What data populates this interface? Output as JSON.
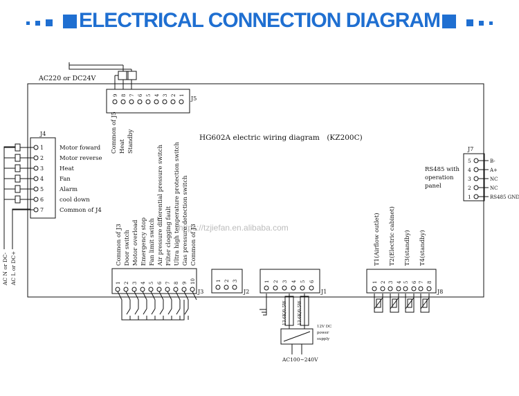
{
  "title": "ELECTRICAL CONNECTION DIAGRAM",
  "board_title": "HG602A electric wiring diagram　(KZ200C)",
  "supply_top": "AC220 or DC24V",
  "watermark": "https://tzjiefan.en.alibaba.com",
  "connectors": {
    "j1": "J1",
    "j2": "J2",
    "j3": "J3",
    "j4": "J4",
    "j5": "J5",
    "j7": "J7",
    "j8": "J8"
  },
  "j5": {
    "pins": [
      "9",
      "8",
      "7",
      "6",
      "5",
      "4",
      "3",
      "2",
      "1"
    ],
    "labels": [
      "Common of J5",
      "Heat",
      "Standby"
    ]
  },
  "j4": {
    "pins": [
      "1",
      "2",
      "3",
      "4",
      "5",
      "6",
      "7"
    ],
    "labels": [
      "Motor foward",
      "Motor reverse",
      "Heat",
      "Fan",
      "Alarm",
      "cool down",
      "Common of J4"
    ]
  },
  "j7": {
    "pins": [
      "5",
      "4",
      "3",
      "2",
      "1"
    ],
    "labels": [
      "B-",
      "A+",
      "NC",
      "NC",
      "RS485 GND"
    ],
    "note_lines": [
      "RS485 with",
      "operation",
      "panel"
    ]
  },
  "supply_left": [
    "AC N or DC-",
    "AC L or DC+"
  ],
  "j3": {
    "pins": [
      "1",
      "2",
      "3",
      "4",
      "5",
      "6",
      "7",
      "8",
      "9",
      "10"
    ],
    "labels": [
      "Common of J3",
      "Door switch",
      "Motor overload",
      "Emergency stop",
      "Fan limit switch",
      "Air pressure differential pressure switch",
      "Filter clogging fault",
      "Ultra high temperature protection switch",
      "Gas pressure detection switch",
      "Common of J3"
    ]
  },
  "j2": {
    "pins": [
      "1",
      "2",
      "3"
    ]
  },
  "j1": {
    "pins": [
      "1",
      "2",
      "3",
      "4",
      "5",
      "6"
    ],
    "resistors": [
      "13.6K/0.5W",
      "13.6K/0.5W"
    ]
  },
  "psu": {
    "label_lines": [
      "12V DC",
      "power",
      "supply"
    ],
    "input": "AC100~240V"
  },
  "j8": {
    "pins": [
      "1",
      "2",
      "3",
      "4",
      "5",
      "6",
      "7",
      "8"
    ],
    "labels": [
      "T1(Airflow outlet)",
      "T2(Electric cabinet)",
      "T3(standby)",
      "T4(standby)"
    ]
  },
  "colors": {
    "accent": "#1f6fd1",
    "line": "#111111",
    "watermark": "#bcbcbc"
  }
}
